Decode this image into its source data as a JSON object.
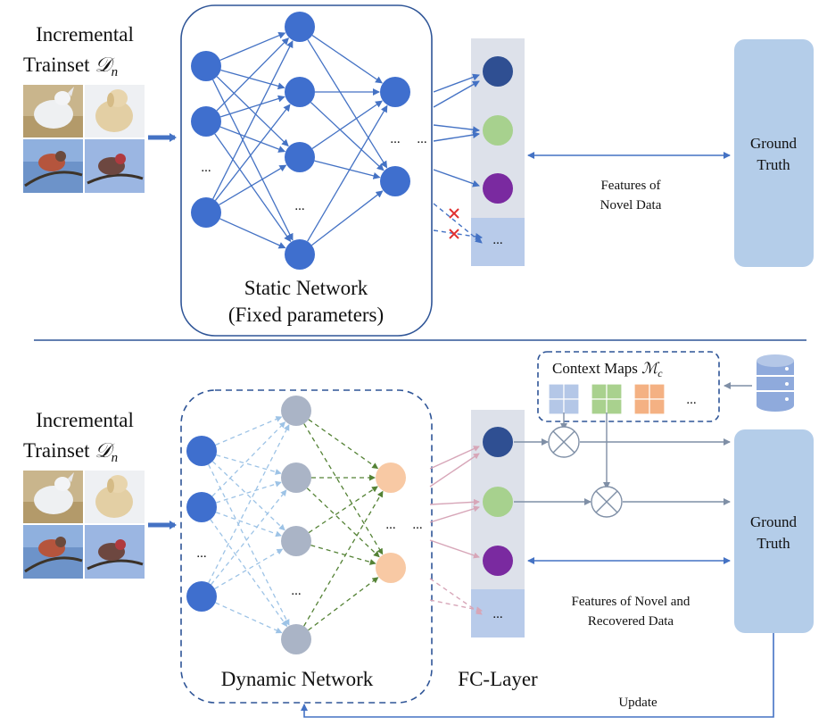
{
  "colors": {
    "node_blue": "#3f6fce",
    "node_gray": "#aab4c6",
    "node_peach": "#f8c9a4",
    "fc_dark": "#2f4f92",
    "fc_green": "#a7d18e",
    "fc_purple": "#7a2aa0",
    "fc_column": "#dde1ea",
    "fc_slot": "#b8cbea",
    "ground_truth": "#b4cde9",
    "edge_blue": "#4472c4",
    "edge_light": "#9dc3e6",
    "edge_green": "#548235",
    "edge_pink": "#d7a6b8",
    "divider": "#2f5597",
    "cross": "#e03030"
  },
  "top": {
    "trainset_line1": "Incremental",
    "trainset_line2": "Trainset",
    "trainset_symbol": "𝒟",
    "trainset_sub": "n",
    "network_title": "Static Network",
    "network_subtitle": "(Fixed parameters)",
    "ellipsis": "...",
    "features_line1": "Features of",
    "features_line2": "Novel Data",
    "ground_truth_line1": "Ground",
    "ground_truth_line2": "Truth",
    "images": [
      "fox-image",
      "dog-image",
      "bird-image",
      "finch-image"
    ]
  },
  "bottom": {
    "trainset_line1": "Incremental",
    "trainset_line2": "Trainset",
    "trainset_symbol": "𝒟",
    "trainset_sub": "n",
    "network_title": "Dynamic Network",
    "fc_label": "FC-Layer",
    "ellipsis": "...",
    "context_maps_label": "Context Maps",
    "context_maps_symbol": "ℳ",
    "context_maps_sub": "c",
    "features_line1": "Features of Novel and",
    "features_line2": "Recovered Data",
    "ground_truth_line1": "Ground",
    "ground_truth_line2": "Truth",
    "update_label": "Update",
    "images": [
      "fox-image",
      "dog-image",
      "bird-image",
      "finch-image"
    ],
    "context_map_colors": [
      "#b4c7e7",
      "#a9d18e",
      "#f4b183"
    ]
  }
}
